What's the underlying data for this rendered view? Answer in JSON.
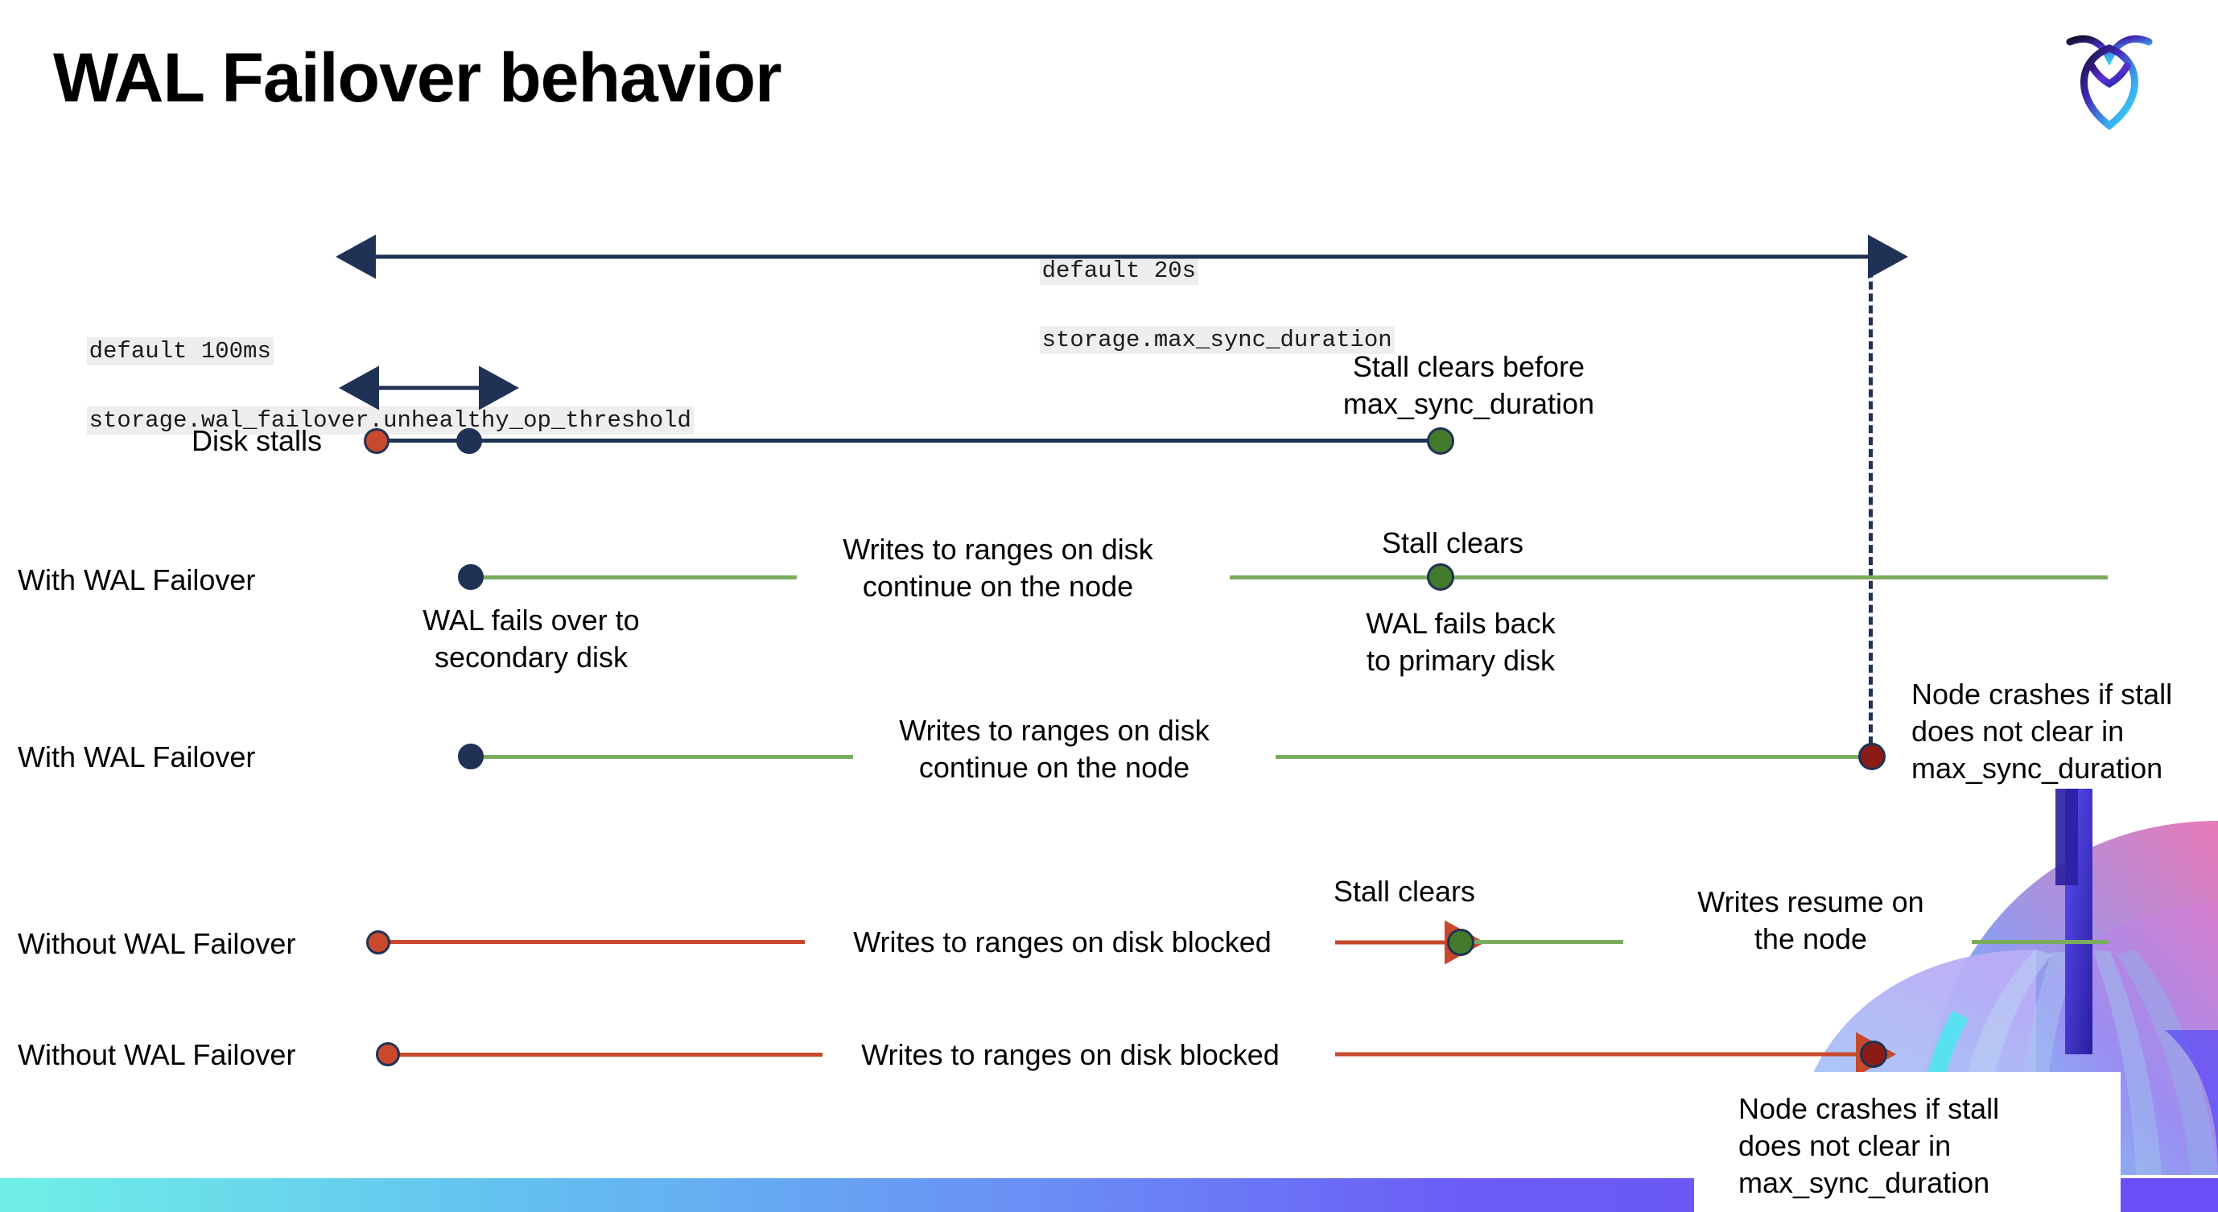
{
  "slide": {
    "title": "WAL Failover behavior",
    "logo_name": "cockroachdb-logo",
    "background_color": "#ffffff",
    "accent_bar_colors": [
      "#6ff0e6",
      "#6b4ff7"
    ]
  },
  "colors": {
    "navy": "#1f3256",
    "green_line": "#7aac5d",
    "green_dot": "#447a2b",
    "orange_line": "#c8482b",
    "orange_dot": "#c8492c",
    "dark_red_dot": "#8a1c15",
    "code_bg": "#eeeeee"
  },
  "settings": {
    "max_sync_duration": {
      "default_line": "default 20s",
      "name_line": "storage.max_sync_duration"
    },
    "unhealthy_op_threshold": {
      "default_line": "default 100ms",
      "name_line": "storage.wal_failover.unhealthy_op_threshold"
    }
  },
  "rows": [
    {
      "id": "disk-stalls",
      "label": "Disk stalls",
      "annotations": [
        "Stall clears before\nmax_sync_duration"
      ]
    },
    {
      "id": "with-wal-failover-clears",
      "label": "With WAL Failover",
      "annotations": [
        "WAL fails over to\nsecondary disk",
        "Writes to ranges on disk\ncontinue on the node",
        "Stall clears",
        "WAL fails  back\nto primary disk"
      ]
    },
    {
      "id": "with-wal-failover-crash",
      "label": "With WAL Failover",
      "annotations": [
        "Writes to ranges on disk\ncontinue on the node",
        "Node crashes if stall\ndoes not clear in\nmax_sync_duration"
      ]
    },
    {
      "id": "without-wal-failover-clears",
      "label": "Without WAL Failover",
      "annotations": [
        "Writes to ranges on disk  blocked",
        "Stall clears",
        "Writes resume on\nthe node"
      ]
    },
    {
      "id": "without-wal-failover-crash",
      "label": "Without WAL Failover",
      "annotations": [
        "Writes to ranges on disk  blocked",
        "Node crashes if stall\ndoes not clear in\nmax_sync_duration"
      ]
    }
  ],
  "markers": {
    "stall_start": "stall-start-marker",
    "failover_point": "failover-marker",
    "stall_clear": "stall-clear-marker",
    "node_crash": "node-crash-marker"
  }
}
